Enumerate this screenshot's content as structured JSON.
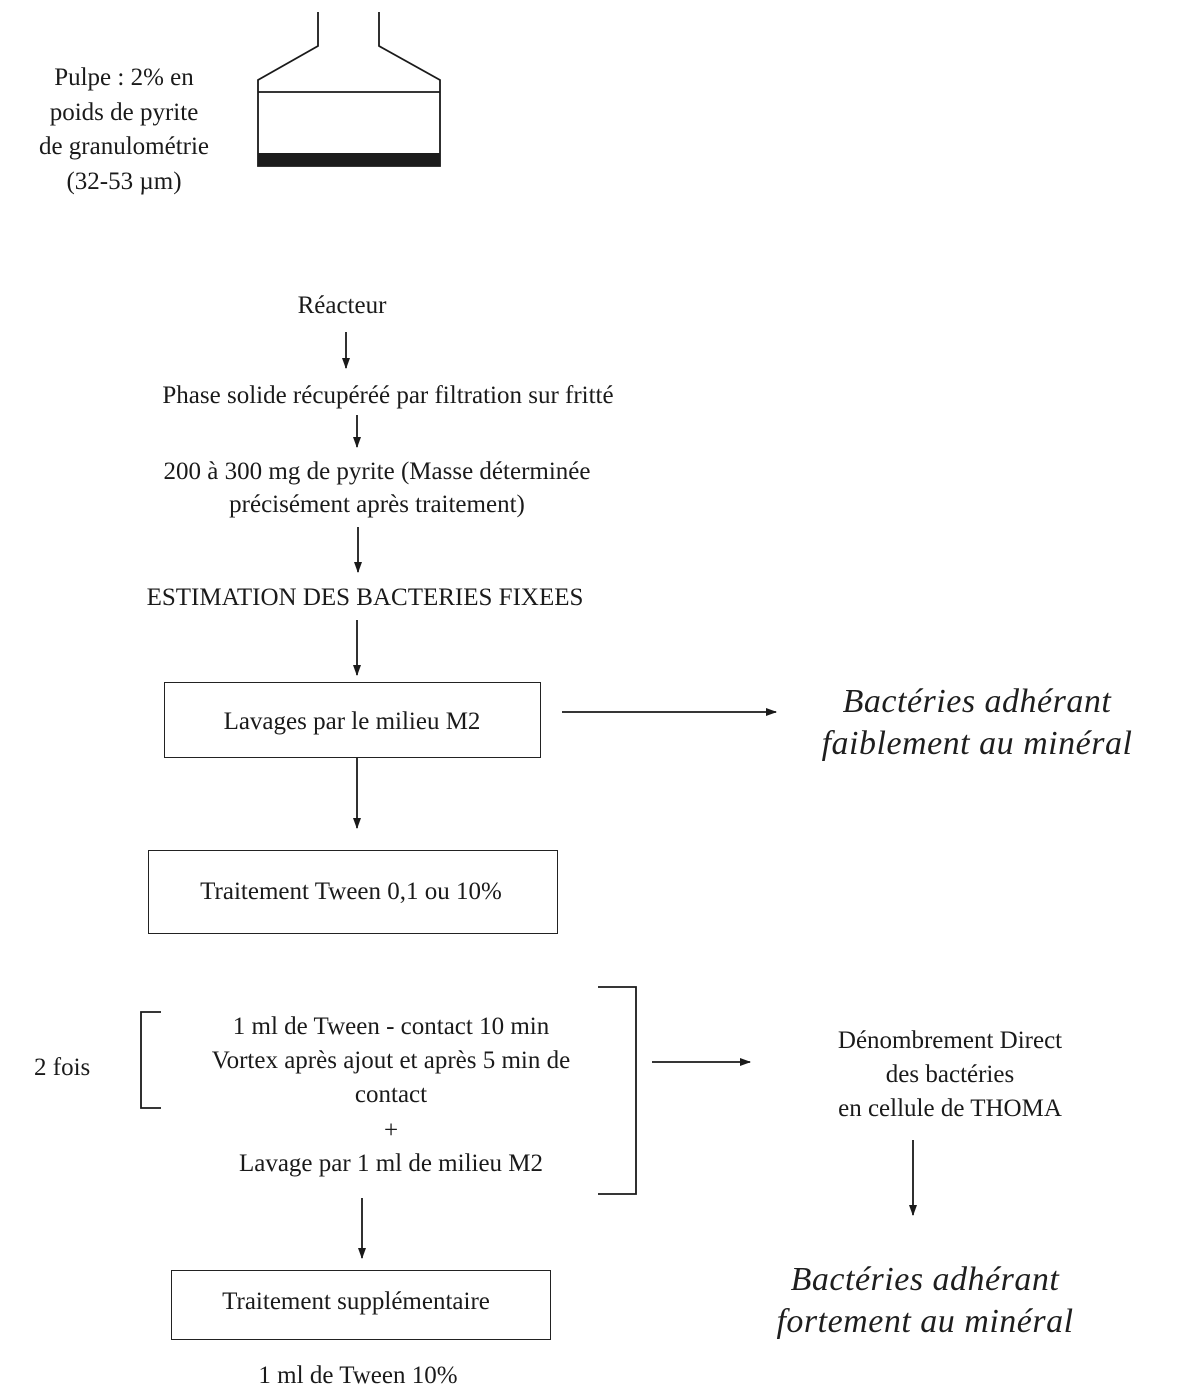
{
  "pulp": {
    "line1": "Pulpe : 2% en",
    "line2": "poids de pyrite",
    "line3": "de granulométrie",
    "line4": "(32-53 µm)"
  },
  "steps": {
    "reactor": "Réacteur",
    "solid_phase": "Phase solide récupéréé par filtration sur fritté",
    "mass_line1": "200 à 300 mg de pyrite (Masse déterminée",
    "mass_line2": "précisément après traitement)",
    "estimation": "ESTIMATION DES BACTERIES FIXEES",
    "washes": "Lavages par le milieu M2",
    "tween_treatment": "Traitement Tween 0,1 ou 10%",
    "repeat": "2 fois",
    "bracket_line1": "1 ml de Tween - contact 10 min",
    "bracket_line2": "Vortex après ajout et après 5 min de",
    "bracket_line3": "contact",
    "bracket_plus": "+",
    "bracket_line4": "Lavage par 1 ml de milieu M2",
    "extra_treatment": "Traitement supplémentaire",
    "extra_detail": "1 ml de Tween 10%"
  },
  "outcomes": {
    "weak_line1": "Bactéries adhérant",
    "weak_line2": "faiblement au  minéral",
    "count_line1": "Dénombrement Direct",
    "count_line2": "des bactéries",
    "count_line3": "en cellule de THOMA",
    "strong_line1": "Bactéries adhérant",
    "strong_line2": "fortement au minéral"
  }
}
